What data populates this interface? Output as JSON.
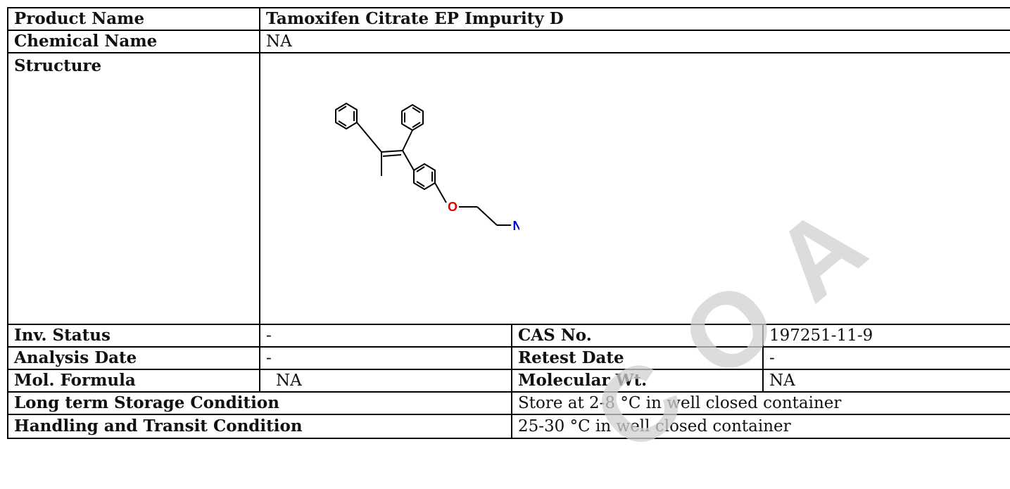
{
  "product_name_label": "Product Name",
  "product_name_value": "Tamoxifen Citrate EP Impurity D",
  "chemical_name_label": "Chemical Name",
  "chemical_name_value": "NA",
  "structure_label": "Structure",
  "structure_atoms": {
    "oxygen": "O",
    "nitrogen": "N"
  },
  "inv_status_label": "Inv. Status",
  "inv_status_value": "-",
  "cas_label": "CAS No.",
  "cas_value": "197251-11-9",
  "analysis_date_label": "Analysis Date",
  "analysis_date_value": "-",
  "retest_date_label": "Retest Date",
  "retest_date_value": "-",
  "mol_formula_label": "Mol. Formula",
  "mol_formula_value": "NA",
  "mol_wt_label": "Molecular Wt.",
  "mol_wt_value": "NA",
  "long_term_storage_label": "Long term Storage Condition",
  "long_term_storage_value": "Store at 2-8 °C in well closed container",
  "handling_label": "Handling and Transit Condition",
  "handling_value": "25-30 °C in well closed container",
  "watermark_text": "COA",
  "colors": {
    "oxygen": "#e00000",
    "nitrogen": "#0000cc",
    "watermark": "#d0d0d0"
  }
}
